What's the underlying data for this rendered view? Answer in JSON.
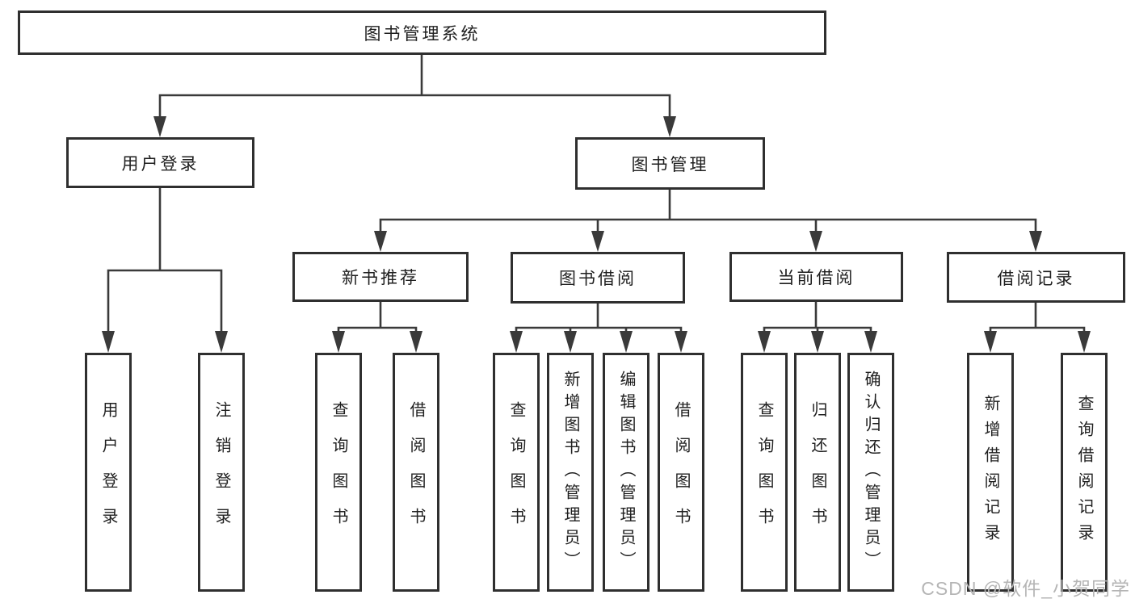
{
  "nodes": {
    "root": "图书管理系统",
    "user_login": "用户登录",
    "book_mgmt": "图书管理",
    "new_book_rec": "新书推荐",
    "book_borrow": "图书借阅",
    "current_borrow": "当前借阅",
    "borrow_record": "借阅记录",
    "leaf_user_login": "用户登录",
    "leaf_logout": "注销登录",
    "leaf_query_book_a": "查询图书",
    "leaf_borrow_book_a": "借阅图书",
    "leaf_query_book_b": "查询图书",
    "leaf_add_book": "新增图书（管理员）",
    "leaf_edit_book": "编辑图书（管理员）",
    "leaf_borrow_book_b": "借阅图书",
    "leaf_query_book_c": "查询图书",
    "leaf_return_book": "归还图书",
    "leaf_confirm_return": "确认归还（管理员）",
    "leaf_add_record": "新增借阅记录",
    "leaf_query_record": "查询借阅记录"
  },
  "watermark": "CSDN @软件_小贺同学",
  "colors": {
    "line": "#3a3a3a",
    "border": "#2f2f2f",
    "text": "#1f1f1f",
    "watermark": "#b5b5b5",
    "background": "#ffffff"
  }
}
